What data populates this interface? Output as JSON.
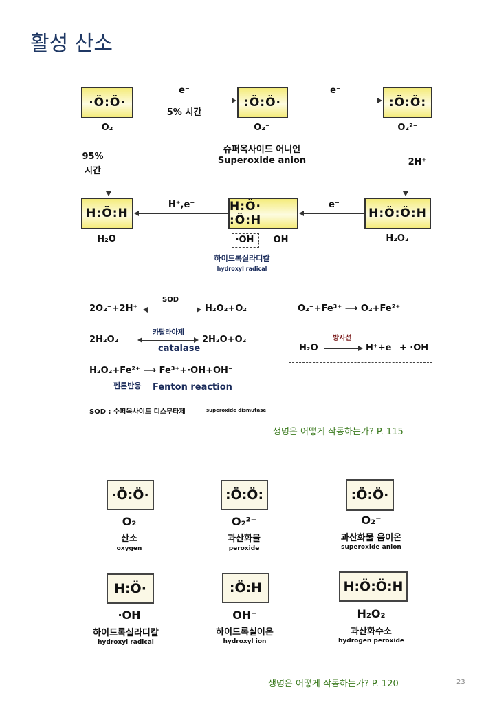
{
  "title": "활성 산소",
  "diagram1": {
    "boxes": {
      "o2": "·Ö:Ö·",
      "o2_minus": ":Ö:Ö·",
      "o2_2minus": ":Ö:Ö:",
      "h2o": "H:Ö:H",
      "hoh_radicals": "H:Ö· :Ö:H",
      "h2o2": "H:Ö:Ö:H"
    },
    "labels": {
      "o2": "O₂",
      "o2_minus": "O₂⁻",
      "o2_2minus": "O₂²⁻",
      "h2o": "H₂O",
      "oh_radical": "·OH",
      "oh_minus": "OH⁻",
      "h2o2": "H₂O₂"
    },
    "arrows": {
      "e1": "e⁻",
      "e1_note": "5% 시간",
      "e2": "e⁻",
      "down_left": "95%",
      "down_left_2": "시간",
      "down_right": "2H⁺",
      "e3": "e⁻",
      "h_e": "H⁺,e⁻"
    },
    "superoxide_kor": "슈퍼옥사이드 어니언",
    "superoxide_en": "Superoxide anion",
    "hydroxyl_kor": "하이드록실라디칼",
    "hydroxyl_en": "hydroxyl radical"
  },
  "equations": {
    "eq1_left": "2O₂⁻+2H⁺",
    "eq1_arrow": "SOD",
    "eq1_right": "H₂O₂+O₂",
    "eq2_left": "2H₂O₂",
    "eq2_arrow_kor": "카탈라아제",
    "eq2_arrow_en": "catalase",
    "eq2_right": "2H₂O+O₂",
    "eq3": "H₂O₂+Fe²⁺  ⟶  Fe³⁺+·OH+OH⁻",
    "eq3_kor": "펜톤반응",
    "eq3_en": "Fenton reaction",
    "eq4": "O₂⁻+Fe³⁺  ⟶  O₂+Fe²⁺",
    "eq5_left": "H₂O",
    "eq5_arrow": "방사선",
    "eq5_right": "H⁺+e⁻ + ·OH",
    "sod_note": "SOD : 수퍼옥사이드 디스무타제",
    "sod_note_en": "superoxide dismutase"
  },
  "citation1": "생명은 어떻게 작동하는가? P. 115",
  "diagram2": [
    {
      "struct": "·Ö:Ö·",
      "formula": "O₂",
      "kor": "산소",
      "en": "oxygen"
    },
    {
      "struct": ":Ö:Ö:",
      "formula": "O₂²⁻",
      "kor": "과산화물",
      "en": "peroxide"
    },
    {
      "struct": ":Ö:Ö·",
      "formula": "O₂⁻",
      "kor": "과산화물 음이온",
      "en": "superoxide anion"
    },
    {
      "struct": "H:Ö·",
      "formula": "·OH",
      "kor": "하이드록실라디칼",
      "en": "hydroxyl radical"
    },
    {
      "struct": ":Ö:H",
      "formula": "OH⁻",
      "kor": "하이드록실이온",
      "en": "hydroxyl ion"
    },
    {
      "struct": "H:Ö:Ö:H",
      "formula": "H₂O₂",
      "kor": "과산화수소",
      "en": "hydrogen peroxide"
    }
  ],
  "citation2": "생명은 어떻게 작동하는가? P. 120",
  "page_number": "23"
}
